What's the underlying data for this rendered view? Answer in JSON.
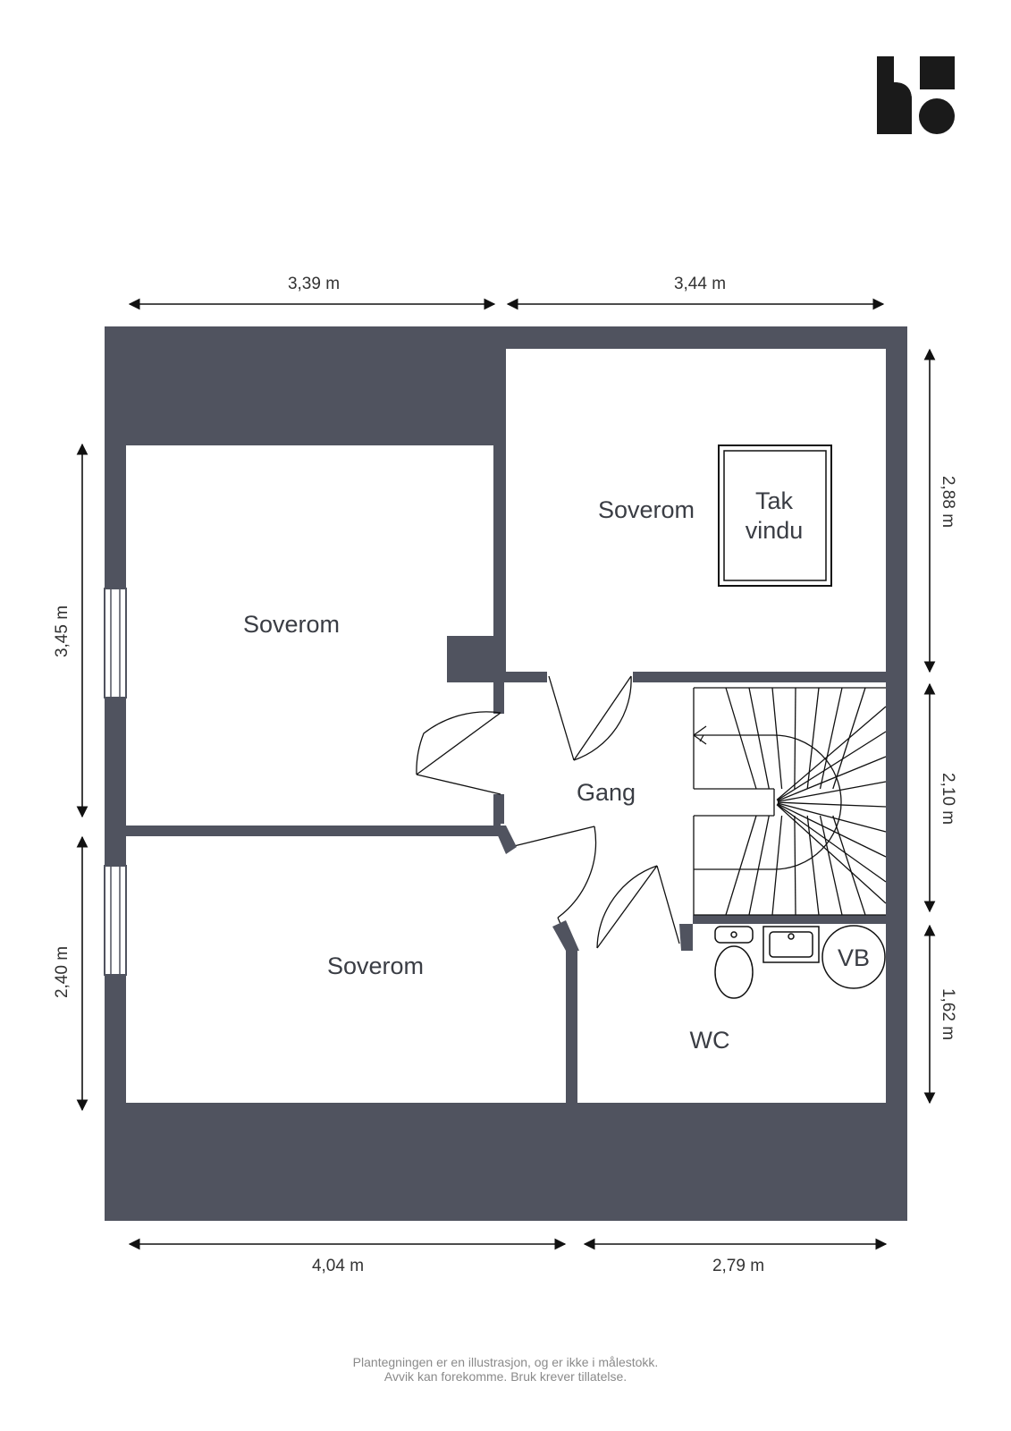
{
  "colors": {
    "wall": "#50535f",
    "line": "#111111",
    "text": "#3a3d44"
  },
  "logo": {
    "icon": "brand-logo-icon"
  },
  "rooms": {
    "bedroom_top_right": "Soverom",
    "skylight_line1": "Tak",
    "skylight_line2": "vindu",
    "bedroom_left": "Soverom",
    "hallway": "Gang",
    "bedroom_bottom_left": "Soverom",
    "wc": "WC",
    "water_heater": "VB"
  },
  "dimensions": {
    "top_left": "3,39 m",
    "top_right": "3,44 m",
    "bottom_left": "4,04 m",
    "bottom_right": "2,79 m",
    "left_upper": "3,45 m",
    "left_lower": "2,40 m",
    "right_upper": "2,88 m",
    "right_middle": "2,10 m",
    "right_lower": "1,62 m"
  },
  "footer": {
    "line1": "Plantegningen er en illustrasjon, og er ikke i målestokk.",
    "line2": "Avvik kan forekomme. Bruk krever tillatelse."
  }
}
